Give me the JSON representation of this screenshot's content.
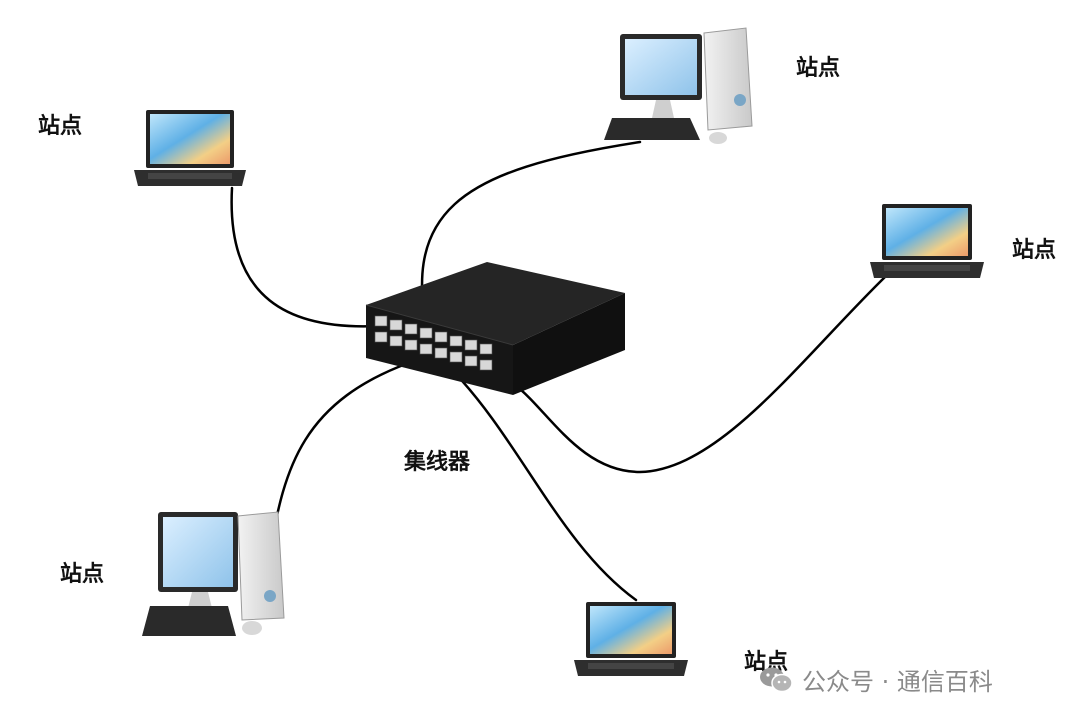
{
  "labels": {
    "hub": "集线器",
    "station": "站点"
  },
  "watermark": {
    "text": "公众号 · 通信百科",
    "icon": "wechat-icon"
  },
  "colors": {
    "cable": "#000000",
    "device_body": "#1e1e1e",
    "screen": "#6fb6e8",
    "text": "#111111"
  }
}
